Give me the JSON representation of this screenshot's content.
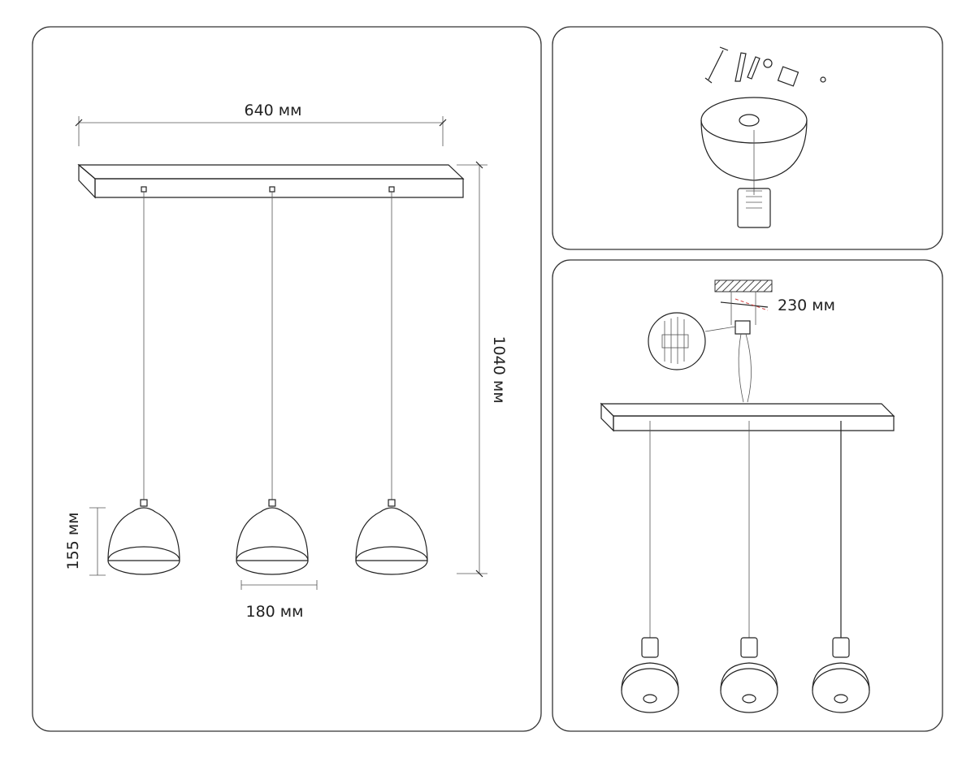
{
  "dimensions": {
    "bar_width": "640 мм",
    "total_height": "1040 мм",
    "shade_height": "155 мм",
    "shade_diameter": "180 мм",
    "mount_spacing": "230 мм"
  },
  "colors": {
    "line": "#222222",
    "panel_border": "#333333",
    "accent_dim": "#d04040"
  }
}
